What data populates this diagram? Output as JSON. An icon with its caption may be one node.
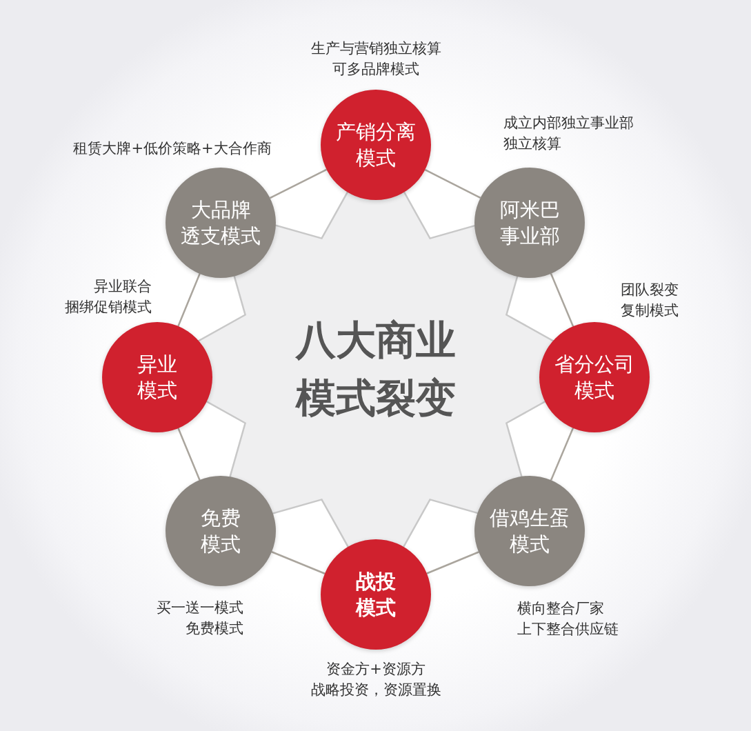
{
  "diagram": {
    "nodes": [
      {
        "text": [
          "八大商业模式裂变"
        ]
      },
      {
        "text": [
          "产销分离模式"
        ],
        "beside": [
          "生产与营销独立核算可多品牌模式"
        ]
      },
      {
        "text": [
          "大品牌透支模式"
        ],
        "beside": [
          "租赁大牌+低价策略+大合作商"
        ]
      },
      {
        "text": [
          "阿米巴事业部"
        ],
        "beside": [
          "成立内部独立事业部独立核算"
        ]
      },
      {
        "text": [
          "异业模式"
        ],
        "beside": [
          "异业联合捆绑促销模式"
        ]
      },
      {
        "text": [
          "省分公司模式"
        ],
        "beside": [
          "团队裂变复制模式"
        ]
      },
      {
        "text": [
          "免费模式"
        ],
        "beside": [
          "买一送一模式免费模式"
        ]
      },
      {
        "text": [
          "借鸡生蛋模式"
        ],
        "beside": [
          "横向整合厂家上下整合供应链"
        ]
      },
      {
        "text": [
          "战投模式"
        ],
        "beside": [
          "资金方+资源方战略投资，资源置换"
        ]
      }
    ],
    "edges": [
      {
        "from": 1,
        "to": 3,
        "arrow": "none"
      },
      {
        "from": 3,
        "to": 5,
        "arrow": "none"
      },
      {
        "from": 5,
        "to": 7,
        "arrow": "none"
      },
      {
        "from": 7,
        "to": 8,
        "arrow": "none"
      },
      {
        "from": 8,
        "to": 6,
        "arrow": "none"
      },
      {
        "from": 6,
        "to": 4,
        "arrow": "none"
      },
      {
        "from": 4,
        "to": 2,
        "arrow": "none"
      },
      {
        "from": 2,
        "to": 1,
        "arrow": "none"
      }
    ]
  }
}
